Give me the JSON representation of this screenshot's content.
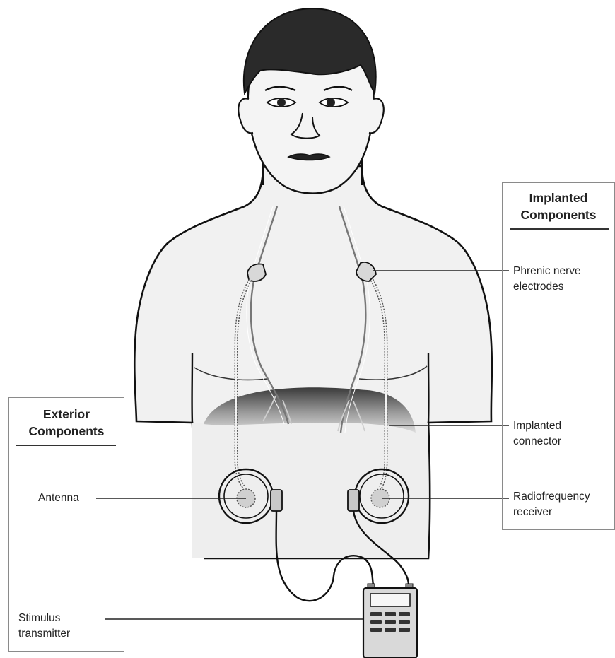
{
  "implanted": {
    "heading_line1": "Implanted",
    "heading_line2": "Components",
    "phrenic_line1": "Phrenic nerve",
    "phrenic_line2": "electrodes",
    "connector_line1": "Implanted",
    "connector_line2": "connector",
    "receiver_line1": "Radiofrequency",
    "receiver_line2": "receiver"
  },
  "exterior": {
    "heading_line1": "Exterior",
    "heading_line2": "Components",
    "antenna": "Antenna",
    "transmitter_line1": "Stimulus",
    "transmitter_line2": "transmitter"
  }
}
